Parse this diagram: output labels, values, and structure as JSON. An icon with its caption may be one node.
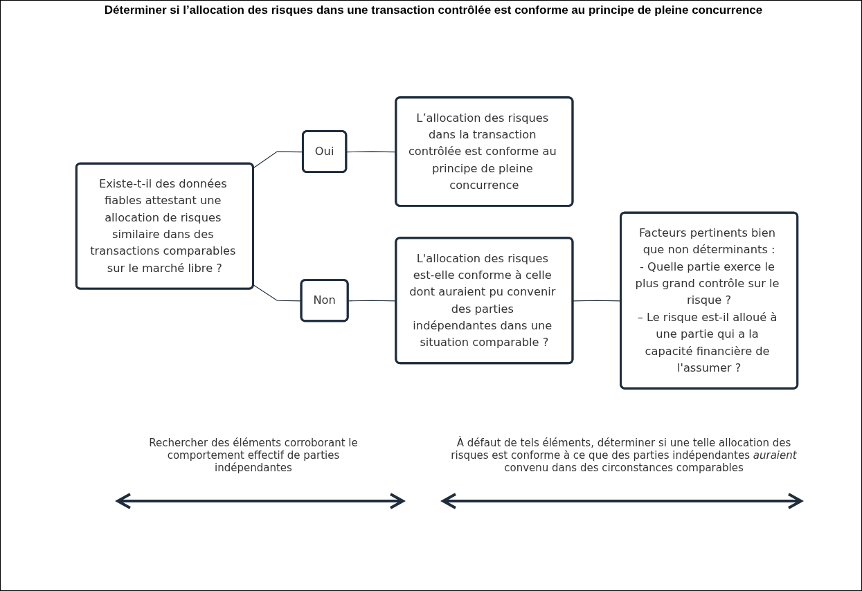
{
  "diagram": {
    "title": "Déterminer si l’allocation des risques dans une transaction contrôlée est conforme au principe de pleine concurrence",
    "nodes": [
      {
        "text": [
          "Existe-t-il des données fiables attestant une allocation de risques similaire dans des transactions comparables sur le marché libre ?"
        ]
      },
      {
        "text": [
          "Oui"
        ]
      },
      {
        "text": [
          "Non"
        ]
      },
      {
        "text": [
          "L’allocation des risques dans la transaction contrôlée est conforme au principe de pleine concurrence"
        ]
      },
      {
        "text": [
          "L'allocation des risques est-elle conforme à celle dont auraient pu convenir des parties indépendantes dans une situation comparable ?"
        ]
      },
      {
        "text": [
          "Facteurs pertinents bien que non déterminants :",
          "- Quelle partie exerce le plus grand contrôle sur le risque ?",
          "– Le risque est-il alloué à une partie qui a la capacité financière de l'assumer ?"
        ]
      }
    ],
    "edges": [
      {
        "from": 0,
        "to": 1,
        "arrow": "none"
      },
      {
        "from": 0,
        "to": 2,
        "arrow": "none"
      },
      {
        "from": 1,
        "to": 3,
        "arrow": "none"
      },
      {
        "from": 2,
        "to": 4,
        "arrow": "none"
      },
      {
        "from": 4,
        "to": 5,
        "arrow": "none"
      }
    ],
    "labels": [
      "Rechercher des éléments corroborant le comportement effectif de parties indépendantes",
      "À défaut de tels éléments, déterminer si une telle allocation des risques est conforme à ce que des parties indépendantes *auraient* convenu dans des circonstances comparables"
    ]
  }
}
